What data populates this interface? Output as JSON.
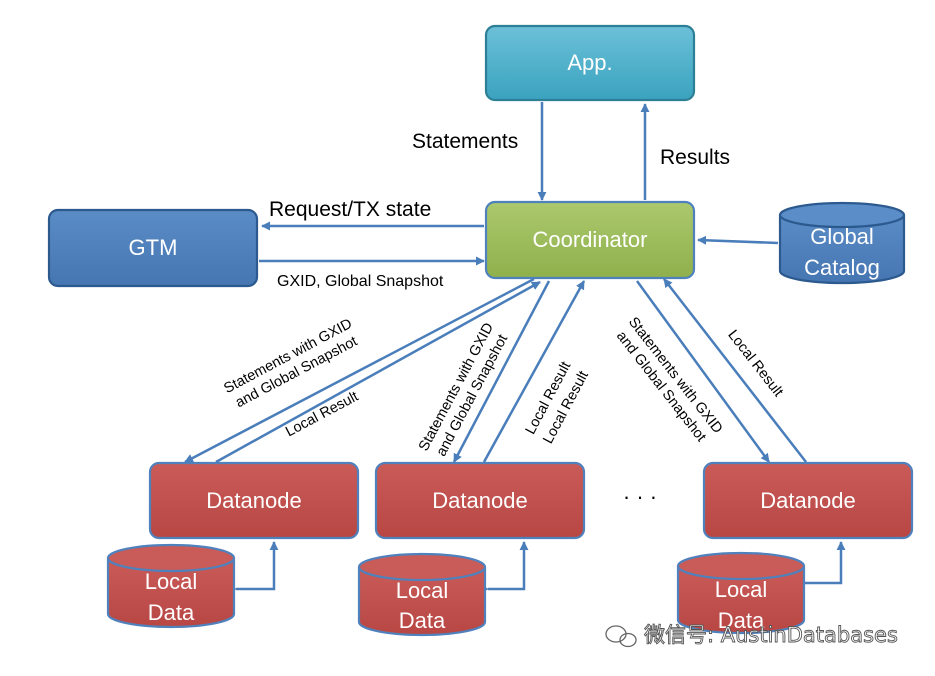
{
  "nodes": {
    "app": "App.",
    "coordinator": "Coordinator",
    "gtm": "GTM",
    "global_catalog": [
      "Global",
      "Catalog"
    ],
    "datanode": "Datanode",
    "local_data": [
      "Local",
      "Data"
    ],
    "ellipsis": "· · ·"
  },
  "edges": {
    "statements": "Statements",
    "results": "Results",
    "request_tx_state": "Request/TX state",
    "gxid_snapshot": "GXID, Global Snapshot",
    "stmt_gxid_line1": "Statements with GXID",
    "stmt_gxid_line2": "and Global Snapshot",
    "local_result": "Local Result"
  },
  "watermark": "微信号: AustinDatabases",
  "colors": {
    "app_fill": "#4bacc6",
    "coord_fill": "#9bbb59",
    "gtm_fill": "#4f81bd",
    "datanode_fill": "#c0504d",
    "arrow": "#4a7ebb"
  }
}
